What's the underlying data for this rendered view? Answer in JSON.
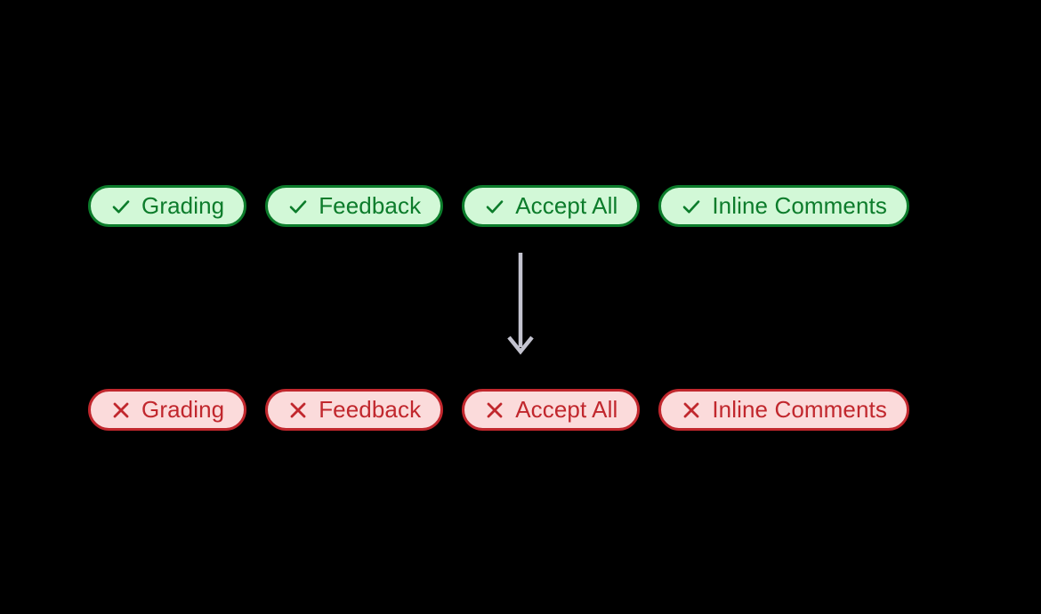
{
  "diagram": {
    "background_color": "#000000",
    "arrow": {
      "name": "downward-transition-arrow",
      "color": "#c3c3cf",
      "direction": "down"
    },
    "rows": [
      {
        "id": "enabled-row",
        "state": "enabled",
        "icon": "check-icon",
        "fill_color": "#d2f8d7",
        "border_color": "#0c7c2b",
        "text_color": "#0c7c2b",
        "pills": [
          {
            "label": "Grading"
          },
          {
            "label": "Feedback"
          },
          {
            "label": "Accept All"
          },
          {
            "label": "Inline Comments"
          }
        ]
      },
      {
        "id": "disabled-row",
        "state": "disabled",
        "icon": "cross-icon",
        "fill_color": "#fbdbdb",
        "border_color": "#c1272d",
        "text_color": "#c1272d",
        "pills": [
          {
            "label": "Grading"
          },
          {
            "label": "Feedback"
          },
          {
            "label": "Accept All"
          },
          {
            "label": "Inline Comments"
          }
        ]
      }
    ]
  }
}
